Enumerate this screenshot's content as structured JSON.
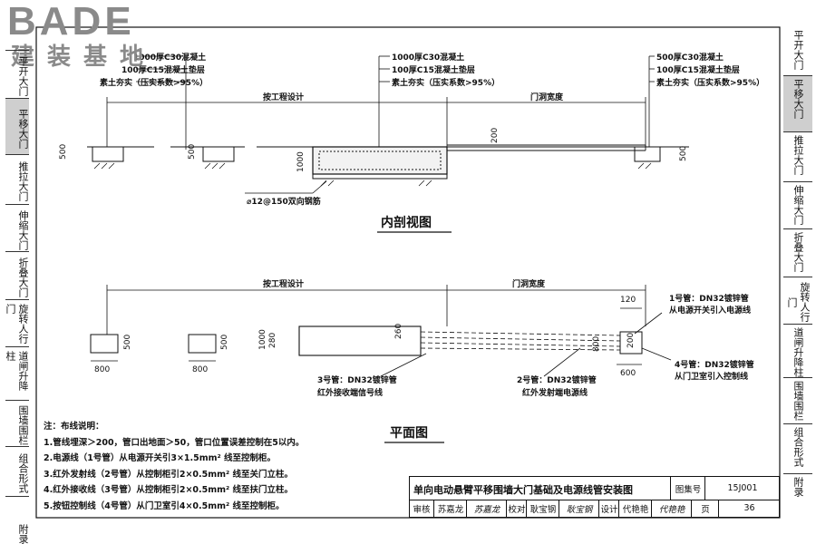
{
  "logo": {
    "brand": "BADE",
    "subtitle": "建装基地"
  },
  "side_tabs": [
    {
      "label": "平开大门",
      "active": false
    },
    {
      "label": "平移大门",
      "active": true
    },
    {
      "label": "推拉大门",
      "active": false
    },
    {
      "label": "伸缩大门",
      "active": false
    },
    {
      "label": "折叠大门",
      "active": false
    },
    {
      "label": "旋转人行门",
      "active": false
    },
    {
      "label": "道闸升降柱",
      "active": false
    },
    {
      "label": "围墙围栏",
      "active": false
    },
    {
      "label": "组合形式",
      "active": false
    },
    {
      "label": "附录",
      "active": false
    }
  ],
  "section": {
    "labels_left": [
      "1000厚C30混凝土",
      "100厚C15混凝土垫层",
      "素土夯实（压实系数>95%）"
    ],
    "labels_mid": [
      "1000厚C30混凝土",
      "100厚C15混凝土垫层",
      "素土夯实（压实系数>95%）"
    ],
    "labels_right": [
      "500厚C30混凝土",
      "100厚C15混凝土垫层",
      "素土夯实（压实系数>95%）"
    ],
    "dim_left": "按工程设计",
    "dim_right": "门洞宽度",
    "d500a": "500",
    "d500b": "500",
    "d1000": "1000",
    "d200": "200",
    "d500c": "500",
    "rebar": "⌀12@150双向钢筋",
    "title": "内剖视图"
  },
  "plan": {
    "dim_left": "按工程设计",
    "dim_right": "门洞宽度",
    "d500a": "500",
    "d500b": "500",
    "d1000": "1000",
    "d280": "280",
    "d260": "260",
    "d800a": "800",
    "d800b": "800",
    "d120": "120",
    "d800c": "800",
    "d200": "200",
    "d600": "600",
    "pipe1": "1号管：DN32镀锌管",
    "pipe1_sub": "从电源开关引入电源线",
    "pipe4": "4号管：DN32镀锌管",
    "pipe4_sub": "从门卫室引入控制线",
    "pipe3": "3号管：DN32镀锌管",
    "pipe3_sub": "红外接收端信号线",
    "pipe2": "2号管：DN32镀锌管",
    "pipe2_sub": "红外发射端电源线",
    "title": "平面图"
  },
  "notes": [
    "注：布线说明：",
    "1.管线埋深＞200，管口出地面＞50，管口位置误差控制在5以内。",
    "2.电源线（1号管）从电源开关引3×1.5mm² 线至控制柜。",
    "3.红外发射线（2号管）从控制柜引2×0.5mm² 线至关门立柱。",
    "4.红外接收线（3号管）从控制柜引2×0.5mm² 线至扶门立柱。",
    "5.按钮控制线（4号管）从门卫室引4×0.5mm² 线至控制柜。"
  ],
  "title_block": {
    "title": "单向电动悬臂平移围墙大门基础及电源线管安装图",
    "atlas_label": "图集号",
    "atlas_no": "15J001",
    "review_label": "审核",
    "review_name": "苏嘉龙",
    "review_sig": "苏嘉龙",
    "check_label": "校对",
    "check_name": "耿宝钢",
    "check_sig": "耿宝钢",
    "design_label": "设计",
    "design_name": "代艳艳",
    "design_sig": "代艳艳",
    "page_label": "页",
    "page_no": "36"
  }
}
